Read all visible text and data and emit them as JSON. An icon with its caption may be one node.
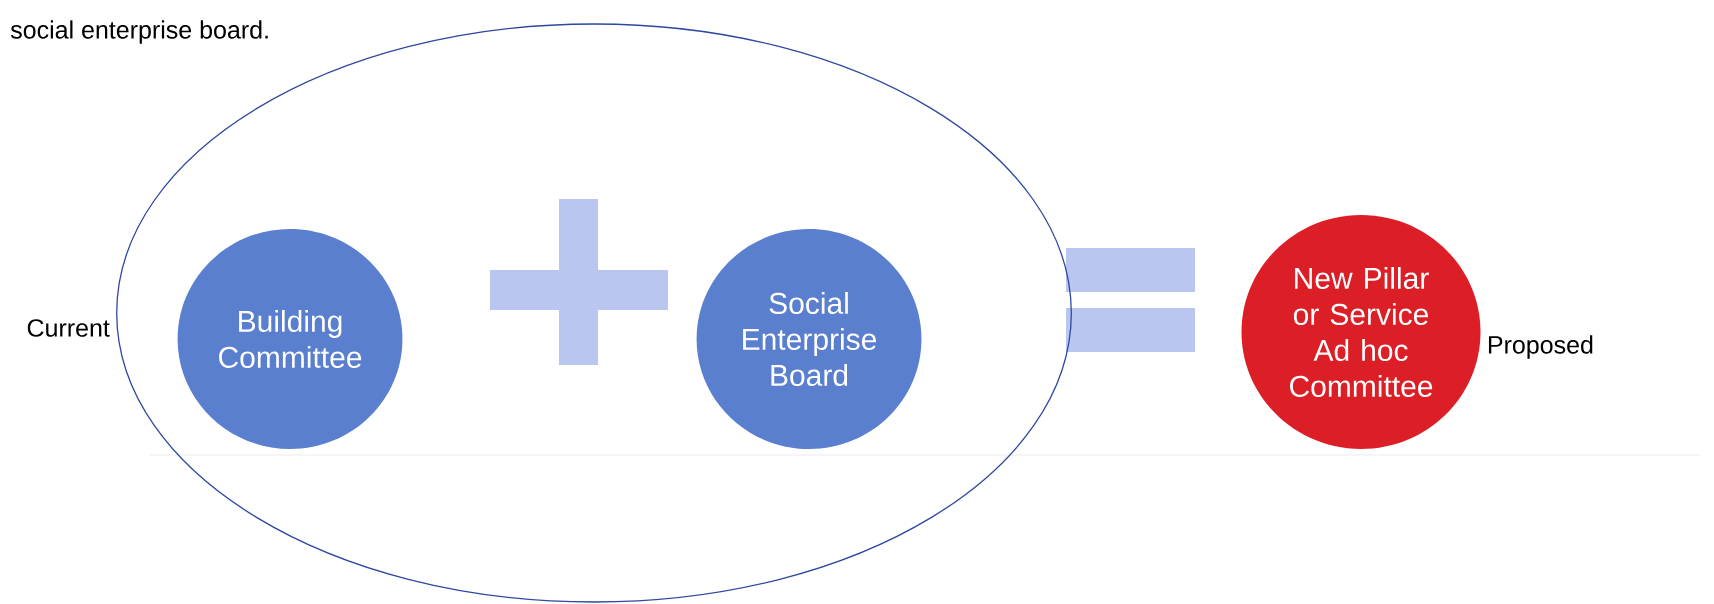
{
  "diagram": {
    "nodes": [
      {
        "text": [],
        "shape": "ellipse",
        "beside": [
          "Current"
        ]
      },
      {
        "text": [
          "Building Committee"
        ],
        "in": 0
      },
      {
        "text": [
          "Social Enterprise Board"
        ],
        "in": 0
      },
      {
        "text": [
          "New Pillar or Service Ad hoc Committee"
        ],
        "beside": [
          "Proposed"
        ]
      }
    ],
    "edges": [],
    "labels": [
      "social enterprise board."
    ]
  }
}
